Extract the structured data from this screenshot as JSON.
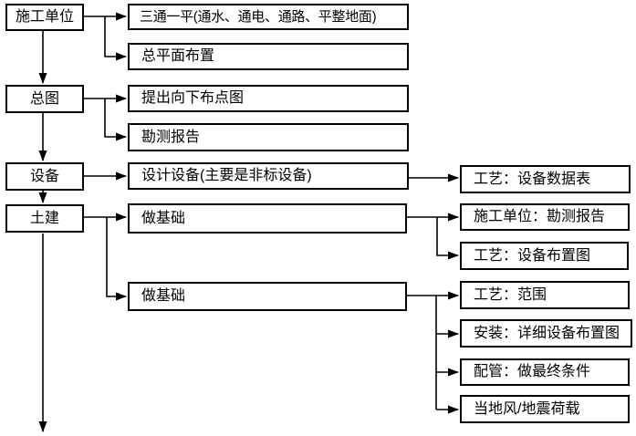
{
  "diagram": {
    "left_nodes": [
      {
        "label": "施工单位"
      },
      {
        "label": "总图"
      },
      {
        "label": "设备"
      },
      {
        "label": "土建"
      }
    ],
    "mid_nodes": [
      {
        "label": "三通一平(通水、通电、通路、平整地面)"
      },
      {
        "label": "总平面布置"
      },
      {
        "label": "提出向下布点图"
      },
      {
        "label": "勘测报告"
      },
      {
        "label": "设计设备(主要是非标设备)"
      },
      {
        "label": "做基础"
      },
      {
        "label": "做基础"
      }
    ],
    "right_nodes": [
      {
        "label": "工艺：设备数据表"
      },
      {
        "label": "施工单位：勘测报告"
      },
      {
        "label": "工艺：设备布置图"
      },
      {
        "label": "工艺：范围"
      },
      {
        "label": "安装：详细设备布置图"
      },
      {
        "label": "配管：做最终条件"
      },
      {
        "label": "当地风/地震荷载"
      }
    ],
    "colors": {
      "line": "#000000",
      "box_border": "#000000",
      "box_fill": "#ffffff",
      "background": "#ffffff",
      "text": "#000000"
    }
  }
}
